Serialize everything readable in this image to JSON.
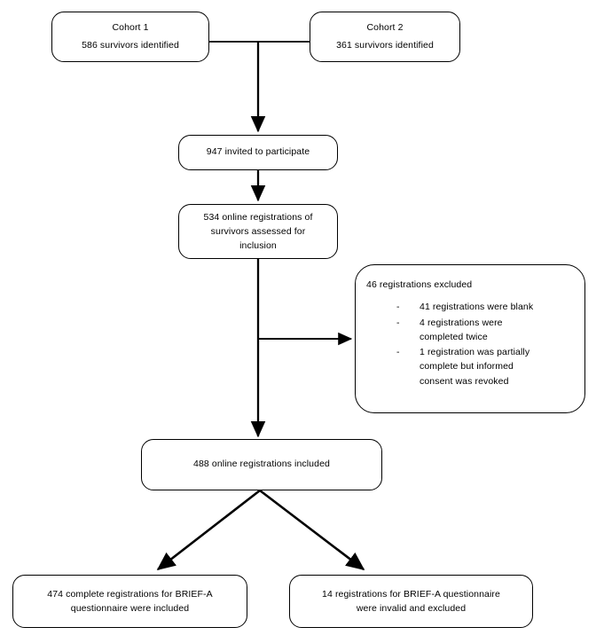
{
  "figure": {
    "type": "flowchart",
    "orientation": "top-to-bottom",
    "background_color": "#ffffff",
    "stroke_color": "#000000"
  },
  "nodes": {
    "cohort1": {
      "line1": "Cohort 1",
      "line2": "586 survivors identified"
    },
    "cohort2": {
      "line1": "Cohort 2",
      "line2": "361 survivors identified"
    },
    "invited": {
      "line1": "947 invited to participate"
    },
    "assessed": {
      "line1": "534 online registrations of",
      "line2": "survivors assessed for",
      "line3": "inclusion"
    },
    "excluded": {
      "heading": "46 registrations excluded",
      "marker": "-",
      "items": [
        "41 registrations were blank",
        "4 registrations were completed twice",
        "1 registration was partially complete but informed consent was revoked"
      ],
      "item_lines": [
        [
          "41 registrations were blank"
        ],
        [
          "4 registrations were",
          "completed twice"
        ],
        [
          "1 registration was partially",
          "complete but informed",
          "consent was revoked"
        ]
      ]
    },
    "included": {
      "line1": "488 online registrations included"
    },
    "briefa_included": {
      "line1": "474 complete registrations for BRIEF-A",
      "line2": "questionnaire were included"
    },
    "briefa_excluded": {
      "line1": "14 registrations for BRIEF-A questionnaire",
      "line2": "were invalid and excluded"
    }
  },
  "counts": {
    "cohort1_survivors": 586,
    "cohort2_survivors": 361,
    "invited": 947,
    "online_registrations_assessed": 534,
    "registrations_excluded": 46,
    "excluded_blank": 41,
    "excluded_completed_twice": 4,
    "excluded_consent_revoked": 1,
    "registrations_included": 488,
    "briefa_included": 474,
    "briefa_invalid_excluded": 14
  },
  "edges": [
    {
      "from": "cohort1",
      "to": "merge-point",
      "style": "plain"
    },
    {
      "from": "cohort2",
      "to": "merge-point",
      "style": "plain"
    },
    {
      "from": "merge-point",
      "to": "invited",
      "style": "arrow"
    },
    {
      "from": "invited",
      "to": "assessed",
      "style": "arrow"
    },
    {
      "from": "assessed",
      "to": "included",
      "style": "arrow"
    },
    {
      "from": "assessed-stem",
      "to": "excluded",
      "style": "arrow"
    },
    {
      "from": "included",
      "to": "briefa_included",
      "style": "arrow"
    },
    {
      "from": "included",
      "to": "briefa_excluded",
      "style": "arrow"
    }
  ]
}
